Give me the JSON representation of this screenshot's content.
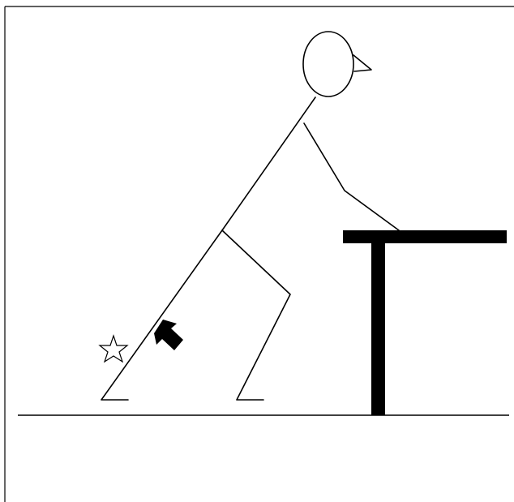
{
  "figure": {
    "subject": "",
    "elements": [
      "border",
      "floor-line",
      "table",
      "person-stick-figure",
      "direction-arrow",
      "star-marker"
    ]
  },
  "colors": {
    "background": "#ffffff",
    "stroke": "#000000",
    "fill": "#000000"
  },
  "icons": {
    "star": "star-outline-icon",
    "arrow": "arrow-up-left-icon"
  },
  "symbols": {
    "star": "☆"
  }
}
